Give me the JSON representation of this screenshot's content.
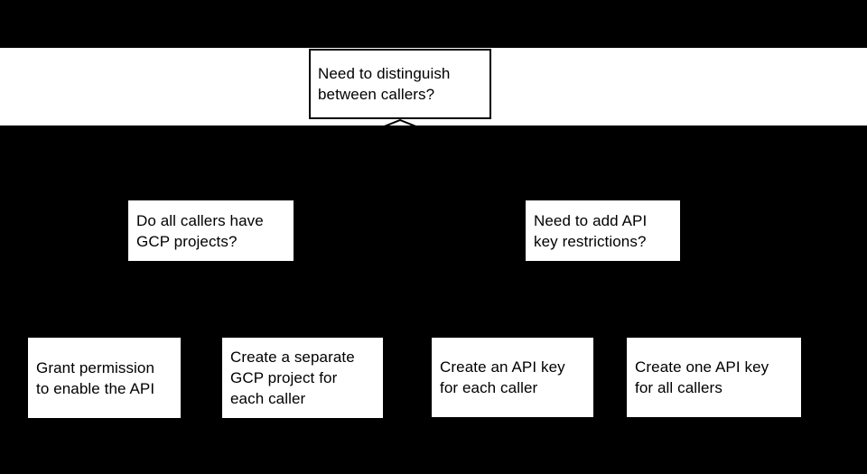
{
  "colors": {
    "background": "#000000",
    "band": "#ffffff",
    "box_fill": "#ffffff",
    "box_border": "#000000",
    "text": "#000000",
    "connector": "#000000"
  },
  "flowchart": {
    "root": {
      "label": "Need to distinguish\nbetween callers?"
    },
    "branches": [
      {
        "label": "Do all callers have\nGCP projects?"
      },
      {
        "label": "Need to add API\nkey restrictions?"
      }
    ],
    "outcomes": [
      {
        "label": "Grant permission\nto enable the API"
      },
      {
        "label": "Create a separate\nGCP project for\neach caller"
      },
      {
        "label": "Create an API key\nfor each caller"
      },
      {
        "label": "Create one API key\nfor all callers"
      }
    ]
  }
}
